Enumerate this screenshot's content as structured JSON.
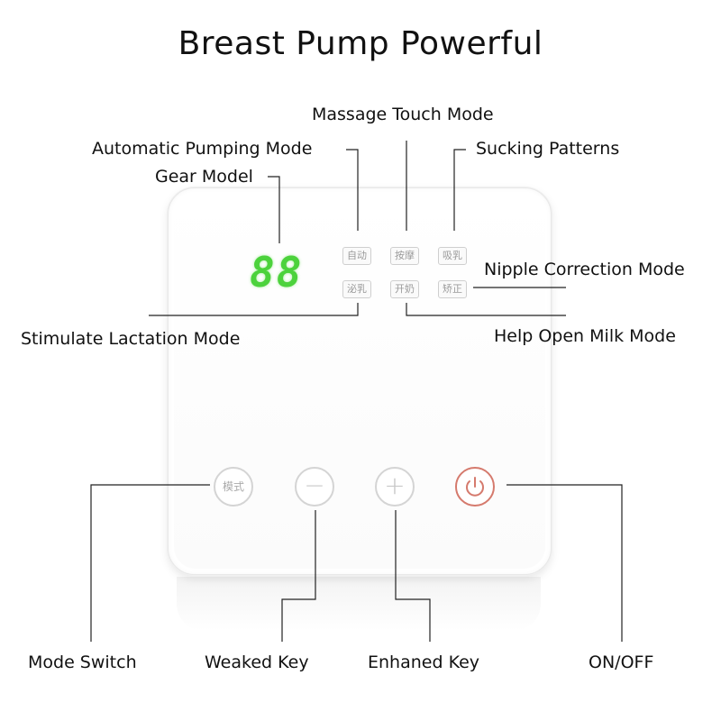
{
  "title": "Breast Pump Powerful",
  "labels": {
    "massage_touch": "Massage Touch Mode",
    "automatic_pumping": "Automatic Pumping Mode",
    "sucking_patterns": "Sucking Patterns",
    "gear_model": "Gear Model",
    "nipple_correction": "Nipple Correction Mode",
    "stimulate_lactation": "Stimulate Lactation Mode",
    "help_open_milk": "Help Open Milk Mode",
    "mode_switch": "Mode Switch",
    "weaked_key": "Weaked Key",
    "enhaned_key": "Enhaned Key",
    "on_off": "ON/OFF"
  },
  "display": {
    "digits": "88",
    "color": "#4cd23c"
  },
  "mode_indicators": {
    "auto": "自动",
    "massage": "按摩",
    "suck": "吸乳",
    "secrete": "泌乳",
    "open": "开奶",
    "correct": "矫正"
  },
  "buttons": {
    "mode": "模式",
    "minus": "−",
    "plus": "+",
    "power": "⏻",
    "power_color": "#d57a6d"
  }
}
